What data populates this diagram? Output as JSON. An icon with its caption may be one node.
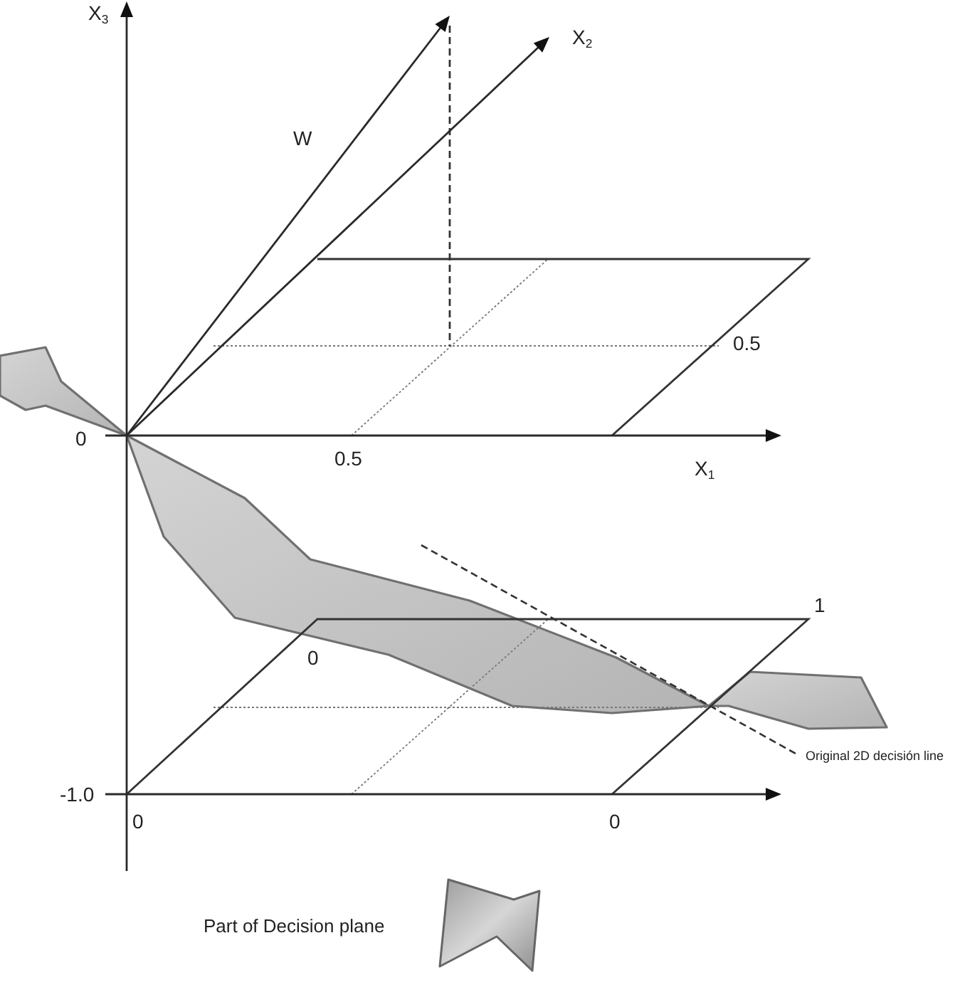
{
  "diagram": {
    "labels": [
      "X$_{3}$",
      "X$_{2}$",
      "W",
      "0.5",
      "0",
      "0.5",
      "X$_{1}$",
      "1",
      "0",
      "Original 2D decisión line",
      "-1.0",
      "0",
      "0"
    ],
    "legend": [
      {
        "text": "Part of Decision plane"
      }
    ]
  }
}
